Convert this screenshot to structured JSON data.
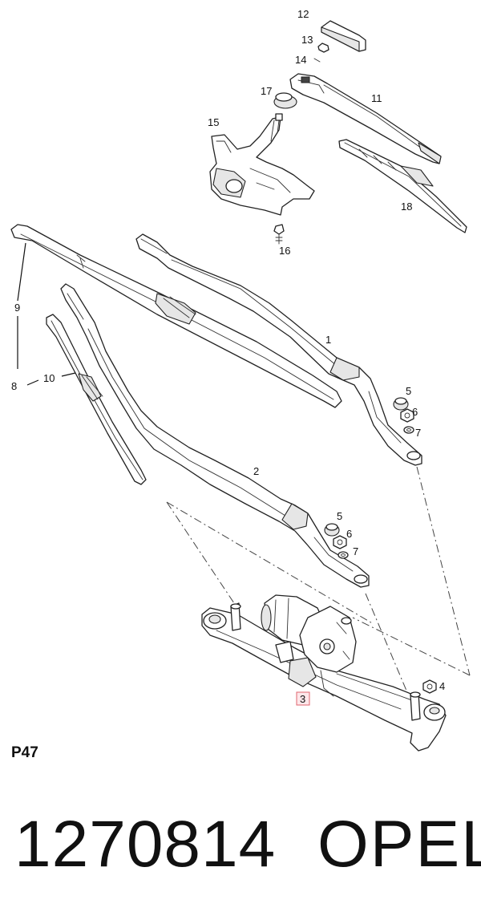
{
  "diagram": {
    "page_code": "P47",
    "part_number": "1270814",
    "brand": "OPEL",
    "highlighted_callout": "3",
    "callouts": {
      "c1": "1",
      "c2": "2",
      "c3": "3",
      "c4": "4",
      "c5a": "5",
      "c5b": "5",
      "c6a": "6",
      "c6b": "6",
      "c7a": "7",
      "c7b": "7",
      "c8": "8",
      "c9": "9",
      "c10": "10",
      "c11": "11",
      "c12": "12",
      "c13": "13",
      "c14": "14",
      "c15": "15",
      "c16": "16",
      "c17": "17",
      "c18": "18"
    }
  }
}
